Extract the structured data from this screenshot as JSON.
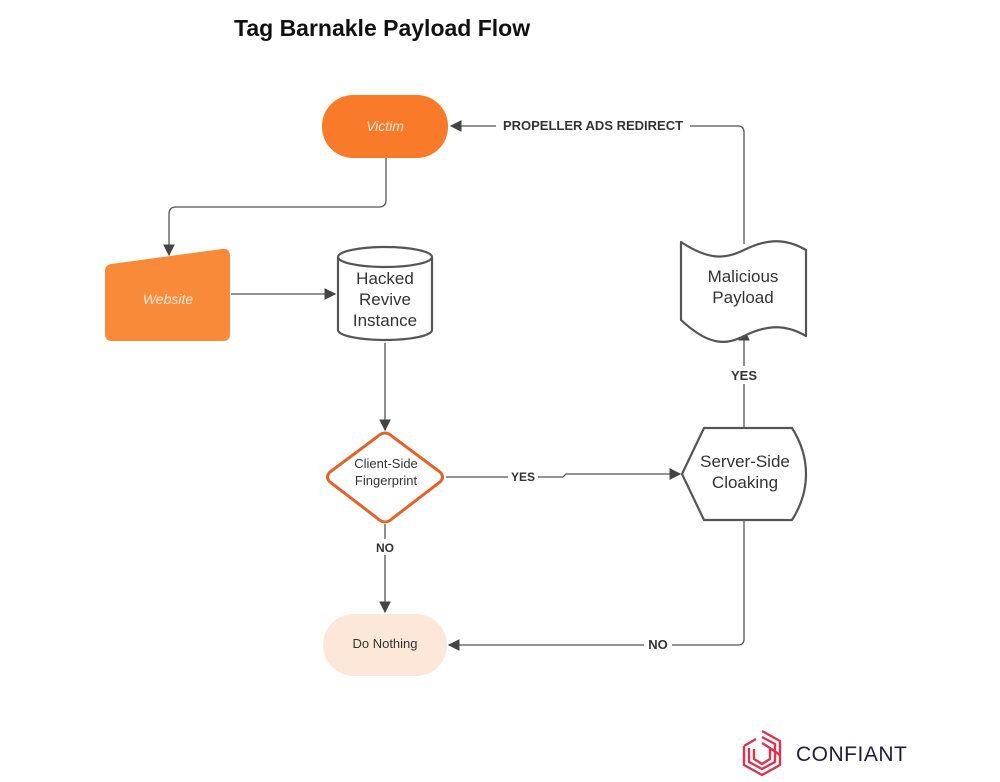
{
  "title": "Tag Barnakle Payload Flow",
  "colors": {
    "primary_orange": "#f97b2a",
    "light_orange": "#f98a3a",
    "peach": "#fde7d8",
    "outline_gray": "#555555",
    "decision_orange": "#e3622a",
    "logo_red": "#d8354f",
    "logo_text": "#1f1d3d"
  },
  "nodes": {
    "victim": {
      "label": "Victim",
      "shape": "terminator"
    },
    "website": {
      "label": "Website",
      "shape": "manual-input"
    },
    "hacked_revive": {
      "lines": [
        "Hacked",
        "Revive",
        "Instance"
      ],
      "shape": "database"
    },
    "fingerprint": {
      "lines": [
        "Client-Side",
        "Fingerprint"
      ],
      "shape": "decision"
    },
    "do_nothing": {
      "label": "Do Nothing",
      "shape": "terminator"
    },
    "cloaking": {
      "lines": [
        "Server-Side",
        "Cloaking"
      ],
      "shape": "display"
    },
    "payload": {
      "lines": [
        "Malicious",
        "Payload"
      ],
      "shape": "document"
    }
  },
  "edges": [
    {
      "from": "victim",
      "to": "website",
      "label": ""
    },
    {
      "from": "website",
      "to": "hacked_revive",
      "label": ""
    },
    {
      "from": "hacked_revive",
      "to": "fingerprint",
      "label": ""
    },
    {
      "from": "fingerprint",
      "to": "cloaking",
      "label": "YES"
    },
    {
      "from": "fingerprint",
      "to": "do_nothing",
      "label": "NO"
    },
    {
      "from": "cloaking",
      "to": "payload",
      "label": "YES"
    },
    {
      "from": "cloaking",
      "to": "do_nothing",
      "label": "NO"
    },
    {
      "from": "payload",
      "to": "victim",
      "label": "PROPELLER ADS REDIRECT"
    }
  ],
  "edge_labels": {
    "redirect": "PROPELLER ADS REDIRECT",
    "fp_yes": "YES",
    "fp_no": "NO",
    "cloak_yes": "YES",
    "cloak_no": "NO"
  },
  "logo": {
    "text": "CONFIANT",
    "icon": "confiant-hexagon-icon"
  }
}
